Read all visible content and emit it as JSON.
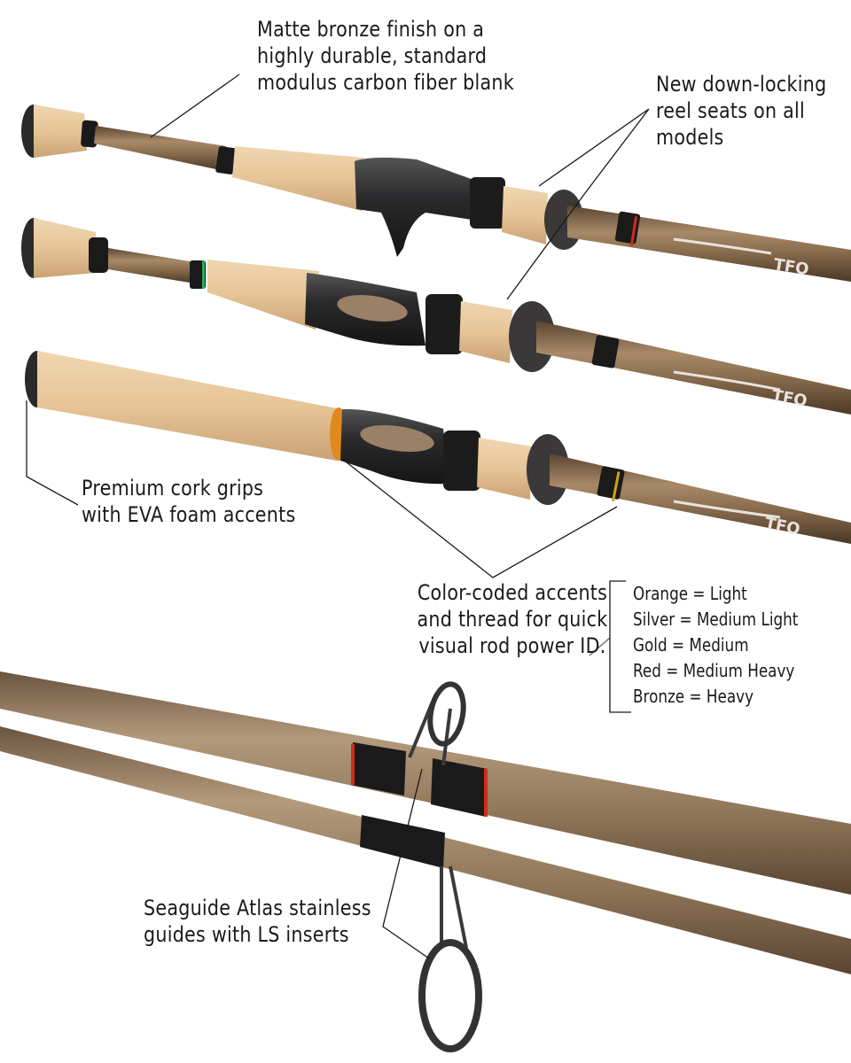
{
  "product": {
    "brand_mark": "TFO",
    "rod_count_shown": 3,
    "blank_color": "#8a6d4e",
    "cork_color": "#e3c49a",
    "reel_seat_color": "#2a2a2c",
    "eva_color": "#3a3838"
  },
  "callouts": {
    "blank": {
      "lines": [
        "Matte bronze finish on a",
        "highly durable, standard",
        "modulus carbon fiber blank"
      ]
    },
    "reel_seat": {
      "lines": [
        "New down-locking",
        "reel seats on all",
        "models"
      ]
    },
    "cork": {
      "lines": [
        "Premium cork grips",
        "with EVA foam accents"
      ]
    },
    "color_code": {
      "lines": [
        "Color-coded accents",
        "and thread for quick",
        "visual rod power ID."
      ]
    },
    "guides": {
      "lines": [
        "Seaguide Atlas stainless",
        "guides with LS inserts"
      ]
    }
  },
  "power_legend": {
    "items": [
      {
        "label": "Orange = Light",
        "color": "#e08a1e"
      },
      {
        "label": "Silver = Medium Light",
        "color": "#c8c8c8"
      },
      {
        "label": "Gold = Medium",
        "color": "#d4a017"
      },
      {
        "label": "Red = Medium Heavy",
        "color": "#d42a1a"
      },
      {
        "label": "Bronze = Heavy",
        "color": "#9a6b3f"
      }
    ]
  }
}
